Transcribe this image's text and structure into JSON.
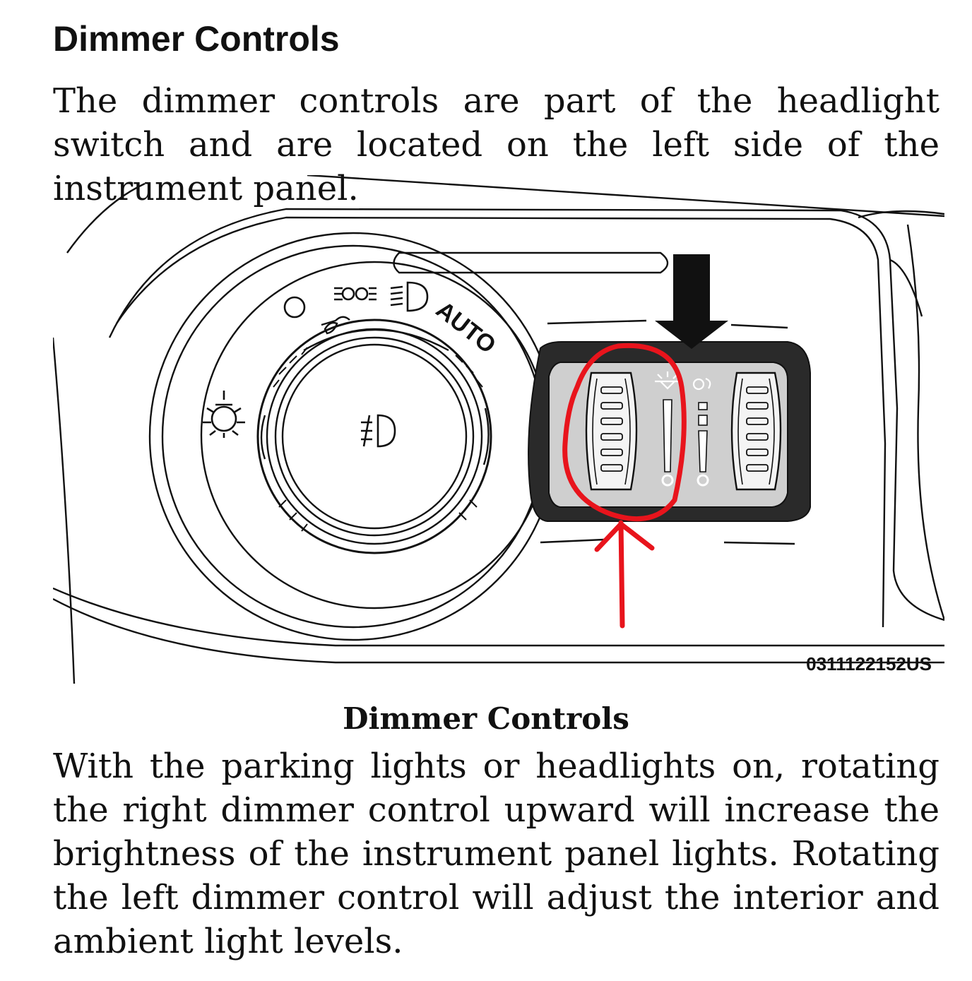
{
  "heading": "Dimmer Controls",
  "intro": "The dimmer controls are part of the headlight switch and are located on the left side of the instrument panel.",
  "figure": {
    "id_label": "0311122152US",
    "dial_label_auto": "AUTO",
    "caption": "Dimmer Controls",
    "annotation_color": "#e8141c"
  },
  "body": "With the parking lights or headlights on, rotating the right dimmer control upward will increase the brightness of the instrument panel lights. Rotating the left dimmer control will adjust the interior and ambient light levels."
}
